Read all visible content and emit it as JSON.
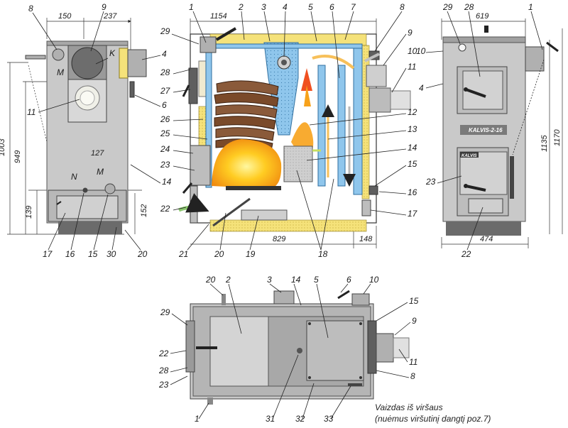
{
  "labels": {
    "front": [
      "8",
      "9",
      "150",
      "237",
      "1003",
      "949",
      "139",
      "152",
      "127",
      "N",
      "M",
      "M",
      "K",
      "11",
      "4",
      "6",
      "14",
      "17",
      "16",
      "15",
      "30",
      "20"
    ],
    "section": [
      "1",
      "1154",
      "2",
      "3",
      "4",
      "5",
      "6",
      "7",
      "8",
      "29",
      "28",
      "27",
      "26",
      "25",
      "24",
      "23",
      "22",
      "21",
      "20",
      "19",
      "18",
      "829",
      "148",
      "9",
      "10",
      "11",
      "12",
      "13",
      "14",
      "15",
      "16",
      "17"
    ],
    "right": [
      "29",
      "28",
      "1",
      "619",
      "10",
      "4",
      "1135",
      "1170",
      "23",
      "22",
      "474",
      "KALVIS-2-16",
      "KALVIS"
    ],
    "top": [
      "20",
      "2",
      "3",
      "14",
      "5",
      "6",
      "10",
      "15",
      "9",
      "11",
      "8",
      "29",
      "22",
      "28",
      "23",
      "1",
      "31",
      "32",
      "33"
    ]
  },
  "caption": {
    "line1": "Vaizdas iš viršaus",
    "line2": "(nuėmus viršutinį dangtį poz.7)"
  },
  "colors": {
    "insulation": "#f5e27a",
    "water_jacket": "#8fc6ec",
    "fire": "#f7a21b",
    "casing": "#c9c9c9",
    "dark_metal": "#5f5f5f"
  }
}
